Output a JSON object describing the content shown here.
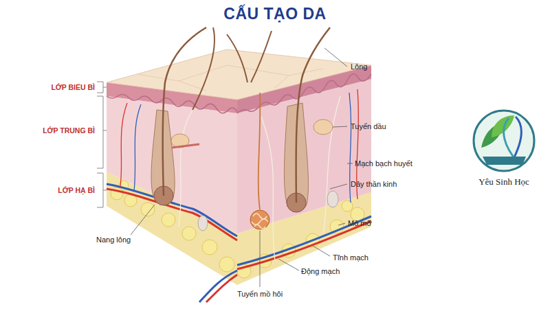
{
  "diagram": {
    "title": "CẤU TẠO DA",
    "labels": [
      "LỚP BIỂU BÌ",
      "LỚP TRUNG BÌ",
      "LỚP HẠ BÌ",
      "Lông",
      "Tuyến dầu",
      "Mạch bạch huyết",
      "Dây thần kinh",
      "Nang lông",
      "Mô mỡ",
      "Tĩnh mạch",
      "Động mạch",
      "Tuyến mồ hôi",
      "Yêu Sinh Học"
    ]
  }
}
